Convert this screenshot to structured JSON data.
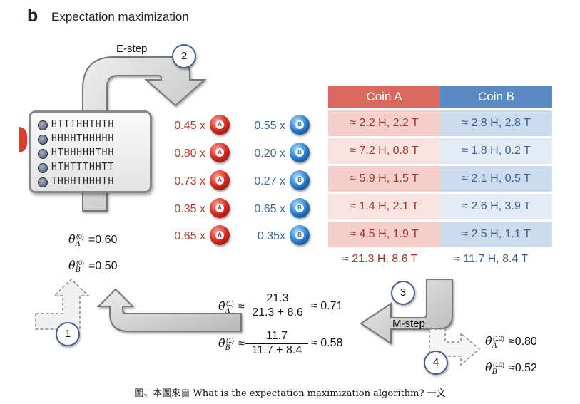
{
  "header": {
    "panel_letter": "b",
    "title": "Expectation maximization"
  },
  "steps": {
    "estep_label": "E-step",
    "mstep_label": "M-step",
    "numbers": [
      "1",
      "2",
      "3",
      "4"
    ]
  },
  "sequences": [
    "HTTTHHTHTH",
    "HHHHTHHHHH",
    "HTHHHHHTHH",
    "HTHTTTHHTT",
    "THHHTHHHTH"
  ],
  "weights": [
    {
      "a": "0.45 x",
      "b": "0.55 x"
    },
    {
      "a": "0.80 x",
      "b": "0.20 x"
    },
    {
      "a": "0.73 x",
      "b": "0.27 x"
    },
    {
      "a": "0.35 x",
      "b": "0.65 x"
    },
    {
      "a": "0.65 x",
      "b": "0.35x"
    }
  ],
  "coin_letters": {
    "a": "A",
    "b": "B"
  },
  "table": {
    "header_a": "Coin A",
    "header_b": "Coin B",
    "rows": [
      {
        "a": "≈ 2.2 H, 2.2 T",
        "b": "≈ 2.8 H, 2.8 T"
      },
      {
        "a": "≈ 7.2 H, 0.8 T",
        "b": "≈ 1.8 H, 0.2 T"
      },
      {
        "a": "≈ 5.9 H, 1.5 T",
        "b": "≈ 2.1 H, 0.5 T"
      },
      {
        "a": "≈ 1.4 H, 2.1 T",
        "b": "≈ 2.6 H, 3.9 T"
      },
      {
        "a": "≈ 4.5 H, 1.9 T",
        "b": "≈ 2.5 H, 1.1 T"
      }
    ],
    "total_a": "≈ 21.3 H, 8.6 T",
    "total_b": "≈ 11.7 H, 8.4 T"
  },
  "initial": {
    "theta_a": "=0.60",
    "theta_b": "=0.50",
    "sup_a": "(0)",
    "sup_b": "(0)"
  },
  "update": {
    "sup_a": "(1)",
    "sup_b": "(1)",
    "a_num": "21.3",
    "a_den": "21.3 + 8.6",
    "a_result": "≈ 0.71",
    "b_num": "11.7",
    "b_den": "11.7 + 8.4",
    "b_result": "≈ 0.58"
  },
  "final": {
    "sup_a": "(10)",
    "sup_b": "(10)",
    "theta_a": "≈0.80",
    "theta_b": "≈0.52"
  },
  "caption": "圖、本圖來自 What is the expectation maximization algorithm? 一文",
  "colors": {
    "coin_a_header": "#d9695f",
    "coin_b_header": "#5b8ac3",
    "coin_a_cell": "#f4cfcb",
    "coin_a_cell_alt": "#f9e3e0",
    "coin_b_cell": "#cddbee",
    "coin_b_cell_alt": "#e3ebf6",
    "arrow_fill": "#c9c9c9",
    "circle_border": "#4a5f8c"
  }
}
